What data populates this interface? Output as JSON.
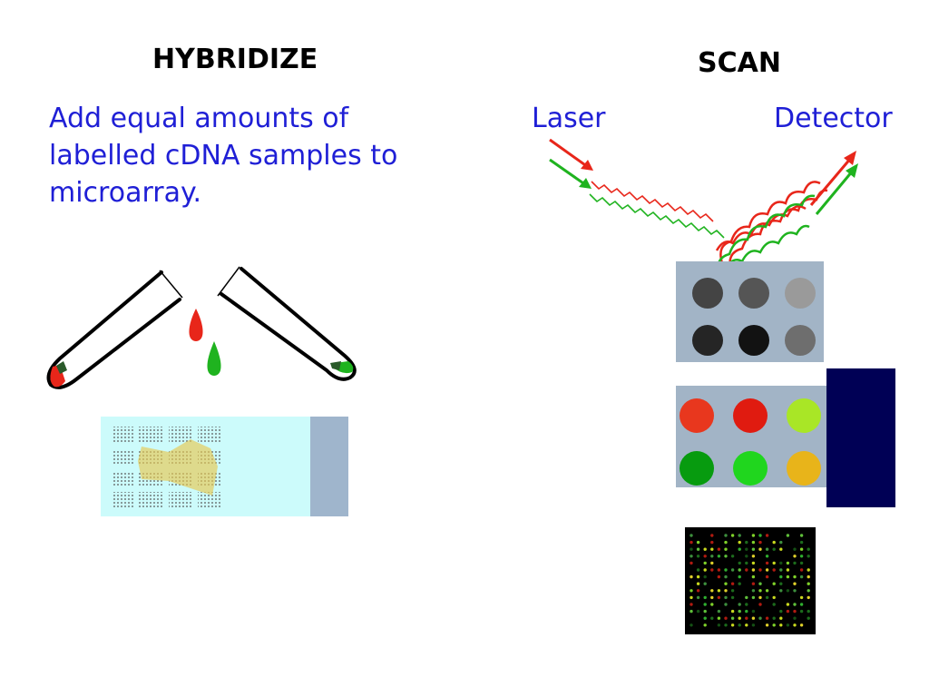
{
  "hybridize": {
    "title": "HYBRIDIZE",
    "instruction": "Add equal amounts of labelled cDNA samples to microarray."
  },
  "scan": {
    "title": "SCAN",
    "laser_label": "Laser",
    "detector_label": "Detector"
  },
  "colors": {
    "text_blue": "#1f1fd6",
    "red_label": "#e8261a",
    "green_label": "#1fb31f",
    "slide_fill": "#ccfbfb",
    "slide_label": "#9fb5cc",
    "chip_gray": "#a2b4c6",
    "detector_navy": "#000055"
  },
  "gray_spots": [
    "#444444",
    "#555555",
    "#9a9a9a",
    "#252525",
    "#121212",
    "#6e6e6e"
  ],
  "color_spots": [
    "#e8371e",
    "#e01b10",
    "#a9e626",
    "#079b0f",
    "#20d61e",
    "#e8b41a"
  ]
}
